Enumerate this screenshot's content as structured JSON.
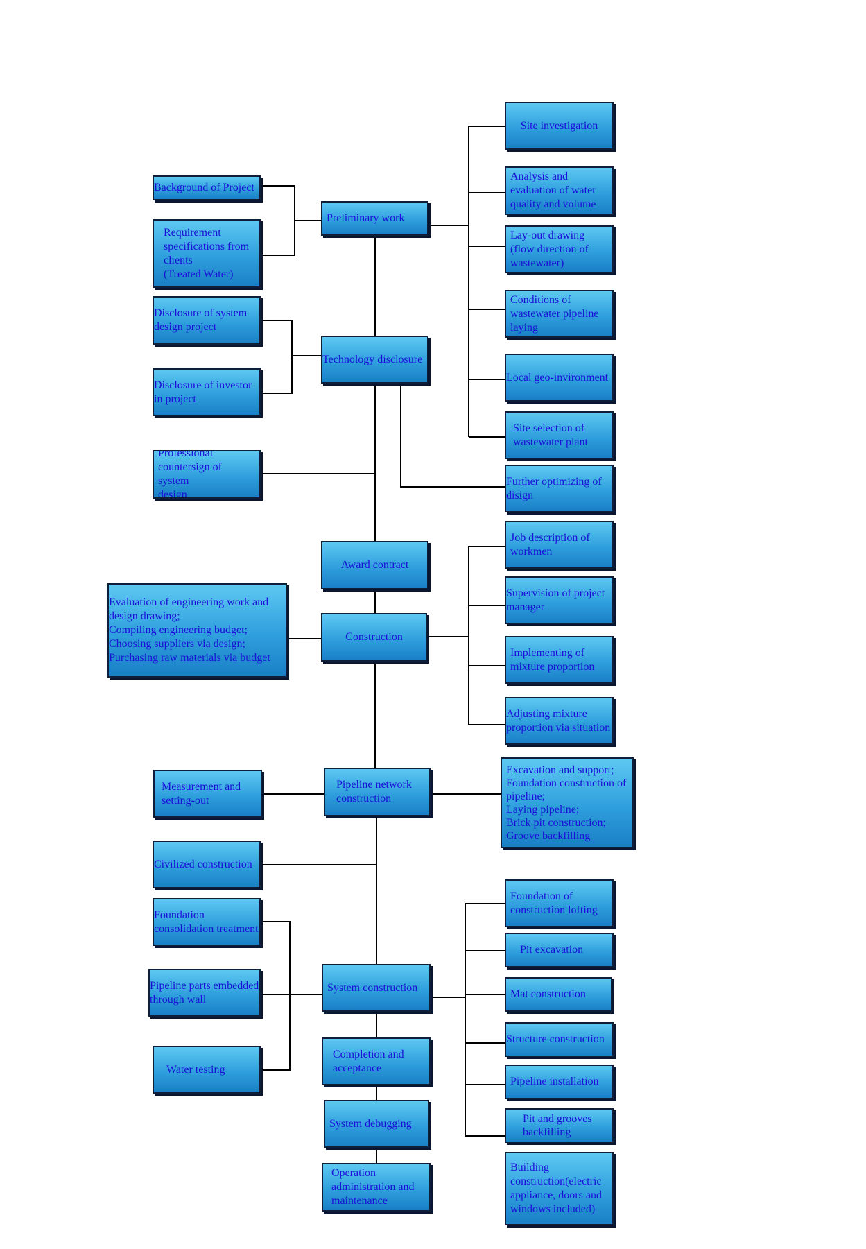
{
  "nodes": {
    "preliminary_work": "Preliminary work",
    "technology_disclosure": "Technology disclosure",
    "award_contract": "Award contract",
    "construction": "Construction",
    "pipeline_network_construction": "Pipeline network\nconstruction",
    "system_construction": "System construction",
    "completion_acceptance": "Completion and\nacceptance",
    "system_debugging": "System debugging",
    "operation_admin": "Operation\nadministration and\nmaintenance",
    "background_project": "Background of Project",
    "requirement_specs": "Requirement\nspecifications from\nclients\n(Treated Water)",
    "disclosure_system_design": "Disclosure of system\ndesign project",
    "disclosure_investor": "Disclosure of investor\nin project",
    "professional_countersign": "Professional\ncountersign of system\ndesign",
    "evaluation_engineering": "Evaluation of engineering work and\ndesign drawing;\nCompiling engineering budget;\nChoosing suppliers via design;\nPurchasing raw materials via budget",
    "measurement_setting_out": "Measurement and\nsetting-out",
    "civilized_construction": "Civilized construction",
    "foundation_consolidation": "Foundation\nconsolidation treatment",
    "pipeline_parts_embedded": "Pipeline parts embedded\nthrough wall",
    "water_testing": "Water testing",
    "site_investigation": "Site investigation",
    "analysis_water_quality": "Analysis and\nevaluation of water\nquality and volume",
    "layout_drawing": "Lay-out drawing\n(flow direction of\nwastewater)",
    "conditions_pipeline": "Conditions of\nwastewater pipeline\nlaying",
    "local_geo": "Local geo-invironment",
    "site_selection": "Site selection of\nwastewater plant",
    "further_optimizing": "Further optimizing of\ndisign",
    "job_description": "Job description of\nworkmen",
    "supervision_pm": "Supervision of project\nmanager",
    "implementing_mixture": "Implementing of\nmixture proportion",
    "adjusting_mixture": "Adjusting mixture\nproportion via situation",
    "excavation_support": "Excavation and support;\nFoundation construction of\npipeline;\nLaying pipeline;\nBrick pit construction;\nGroove backfilling",
    "foundation_lofting": "Foundation of\nconstruction lofting",
    "pit_excavation": "Pit excavation",
    "mat_construction": "Mat construction",
    "structure_construction": "Structure construction",
    "pipeline_installation": "Pipeline installation",
    "pit_grooves_backfilling": "Pit and grooves\nbackfilling",
    "building_construction": "Building\nconstruction(electric\nappliance, doors and\nwindows included)"
  },
  "colors": {
    "box_top": "#5ec8f2",
    "box_bottom": "#1a7fc6",
    "text": "#1a10d8",
    "border": "#0f1f3a",
    "connector": "#000000"
  }
}
